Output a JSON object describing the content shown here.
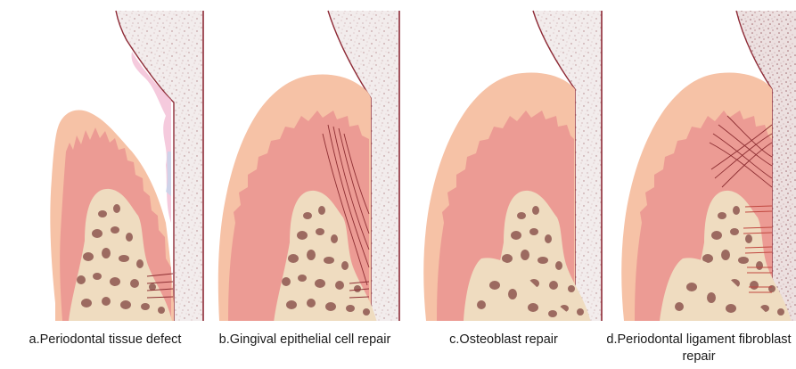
{
  "panels": [
    {
      "id": "a",
      "caption": "a.Periodontal tissue defect"
    },
    {
      "id": "b",
      "caption": "b.Gingival epithelial cell repair"
    },
    {
      "id": "c",
      "caption": "c.Osteoblast repair"
    },
    {
      "id": "d",
      "caption": "d.Periodontal ligament fibroblast repair"
    }
  ],
  "colors": {
    "gingiva_outer": "#f6c2a6",
    "gingiva_inner": "#e88a86",
    "connective": "#ec9b94",
    "bone": "#efdcc0",
    "marrow": "#9c6a60",
    "tooth": "#f2ecec",
    "tooth_outline": "#8e2a36",
    "fibers": "#8e2f33",
    "defect_pink": "#f1b8d2",
    "defect_blue": "#c6d4ec"
  }
}
